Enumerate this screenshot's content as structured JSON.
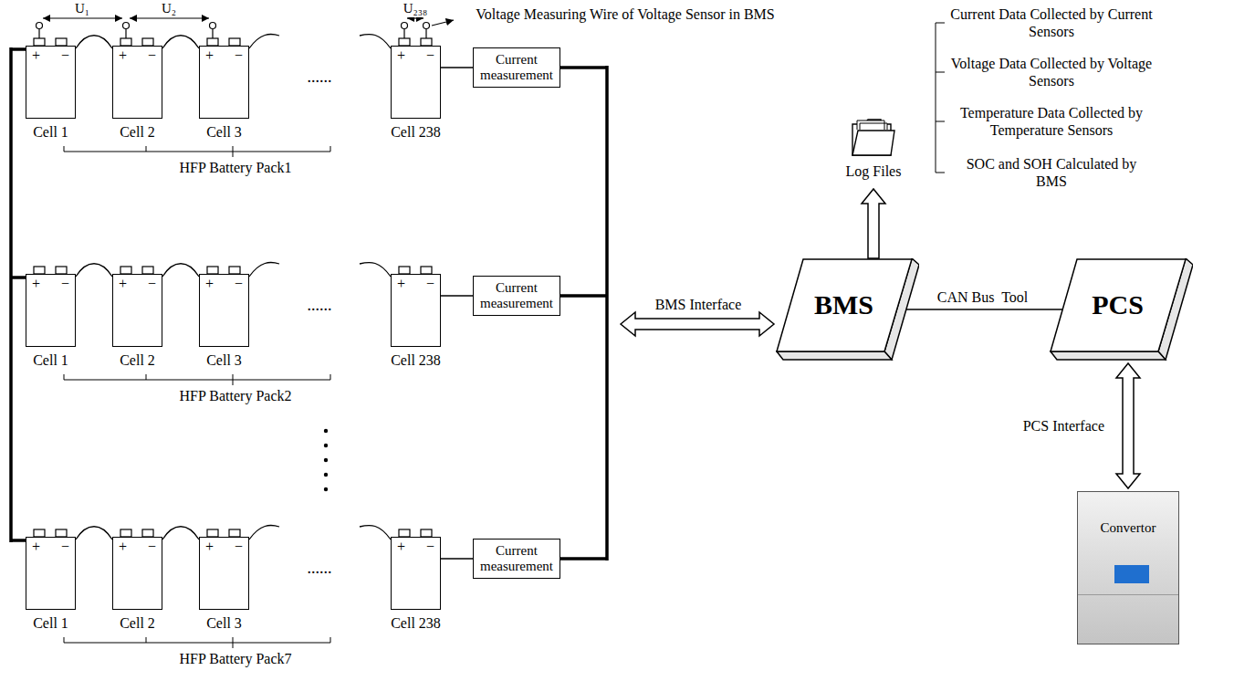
{
  "diagram": {
    "nodes": [
      {
        "text": [
          "+",
          "−",
          "Cell 1"
        ]
      },
      {
        "text": [
          "+",
          "−",
          "Cell 2"
        ]
      },
      {
        "text": [
          "+",
          "−",
          "Cell 3"
        ]
      },
      {
        "text": [
          "+",
          "−",
          "Cell 238"
        ]
      },
      {
        "text": [
          "Current measurement"
        ]
      },
      {
        "text": [
          "+",
          "−",
          "Cell 1"
        ]
      },
      {
        "text": [
          "+",
          "−",
          "Cell 2"
        ]
      },
      {
        "text": [
          "+",
          "−",
          "Cell 3"
        ]
      },
      {
        "text": [
          "+",
          "−",
          "Cell 238"
        ]
      },
      {
        "text": [
          "Current measurement"
        ]
      },
      {
        "text": [
          "+",
          "−",
          "Cell 1"
        ]
      },
      {
        "text": [
          "+",
          "−",
          "Cell 2"
        ]
      },
      {
        "text": [
          "+",
          "−",
          "Cell 3"
        ]
      },
      {
        "text": [
          "+",
          "−",
          "Cell 238"
        ]
      },
      {
        "text": [
          "Current measurement"
        ]
      },
      {
        "text": [
          "Log Files"
        ]
      },
      {
        "text": [
          "BMS"
        ]
      },
      {
        "text": [
          "PCS"
        ]
      },
      {
        "text": [
          "Convertor"
        ]
      }
    ],
    "edges": [
      {
        "from": 0,
        "to": 1,
        "arrow": "none"
      },
      {
        "from": 1,
        "to": 2,
        "arrow": "none"
      },
      {
        "from": 3,
        "to": 4,
        "arrow": "none"
      },
      {
        "from": 5,
        "to": 6,
        "arrow": "none"
      },
      {
        "from": 6,
        "to": 7,
        "arrow": "none"
      },
      {
        "from": 8,
        "to": 9,
        "arrow": "none"
      },
      {
        "from": 10,
        "to": 11,
        "arrow": "none"
      },
      {
        "from": 11,
        "to": 12,
        "arrow": "none"
      },
      {
        "from": 13,
        "to": 14,
        "arrow": "none"
      },
      {
        "from": 16,
        "to": 15,
        "arrow": "to"
      },
      {
        "from": 16,
        "to": 17,
        "label": "CAN Bus  Tool",
        "arrow": "none"
      },
      {
        "from": 17,
        "to": 18,
        "label": "PCS Interface",
        "arrow": "both"
      }
    ],
    "labels": [
      "U₁",
      "U₂",
      "U₂₃₈",
      "Voltage Measuring Wire of Voltage Sensor in BMS",
      "......",
      "HFP Battery Pack1",
      "......",
      "HFP Battery Pack2",
      "......",
      "HFP Battery Pack7",
      "Current Data Collected by Current Sensors",
      "Voltage Data Collected by Voltage Sensors",
      "Temperature Data Collected by Temperature Sensors",
      "SOC and SOH Calculated by BMS",
      "BMS Interface"
    ]
  }
}
